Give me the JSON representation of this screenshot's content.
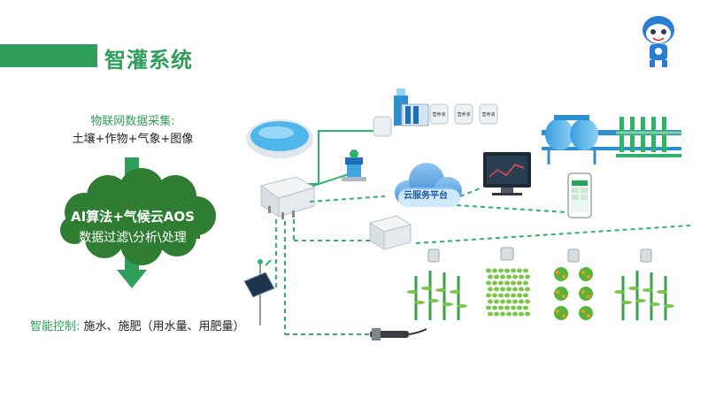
{
  "header": {
    "title": "智灌系统"
  },
  "iot": {
    "title": "物联网数据采集:",
    "items": "土壤+作物+气象+图像"
  },
  "cloud": {
    "line1": "AI算法+气候云AOS",
    "line2": "数据过滤\\分析\\处理"
  },
  "control": {
    "label": "智能控制:",
    "text": "施水、施肥（用水量、用肥量）"
  },
  "cloud_service": {
    "label": "云服务平台"
  },
  "tanks": [
    "营养液",
    "营养液",
    "营养液"
  ],
  "colors": {
    "brand_green": "#2f9e5a",
    "cloud_blue": "#3fa3e0",
    "dark_green": "#2e7d32"
  }
}
